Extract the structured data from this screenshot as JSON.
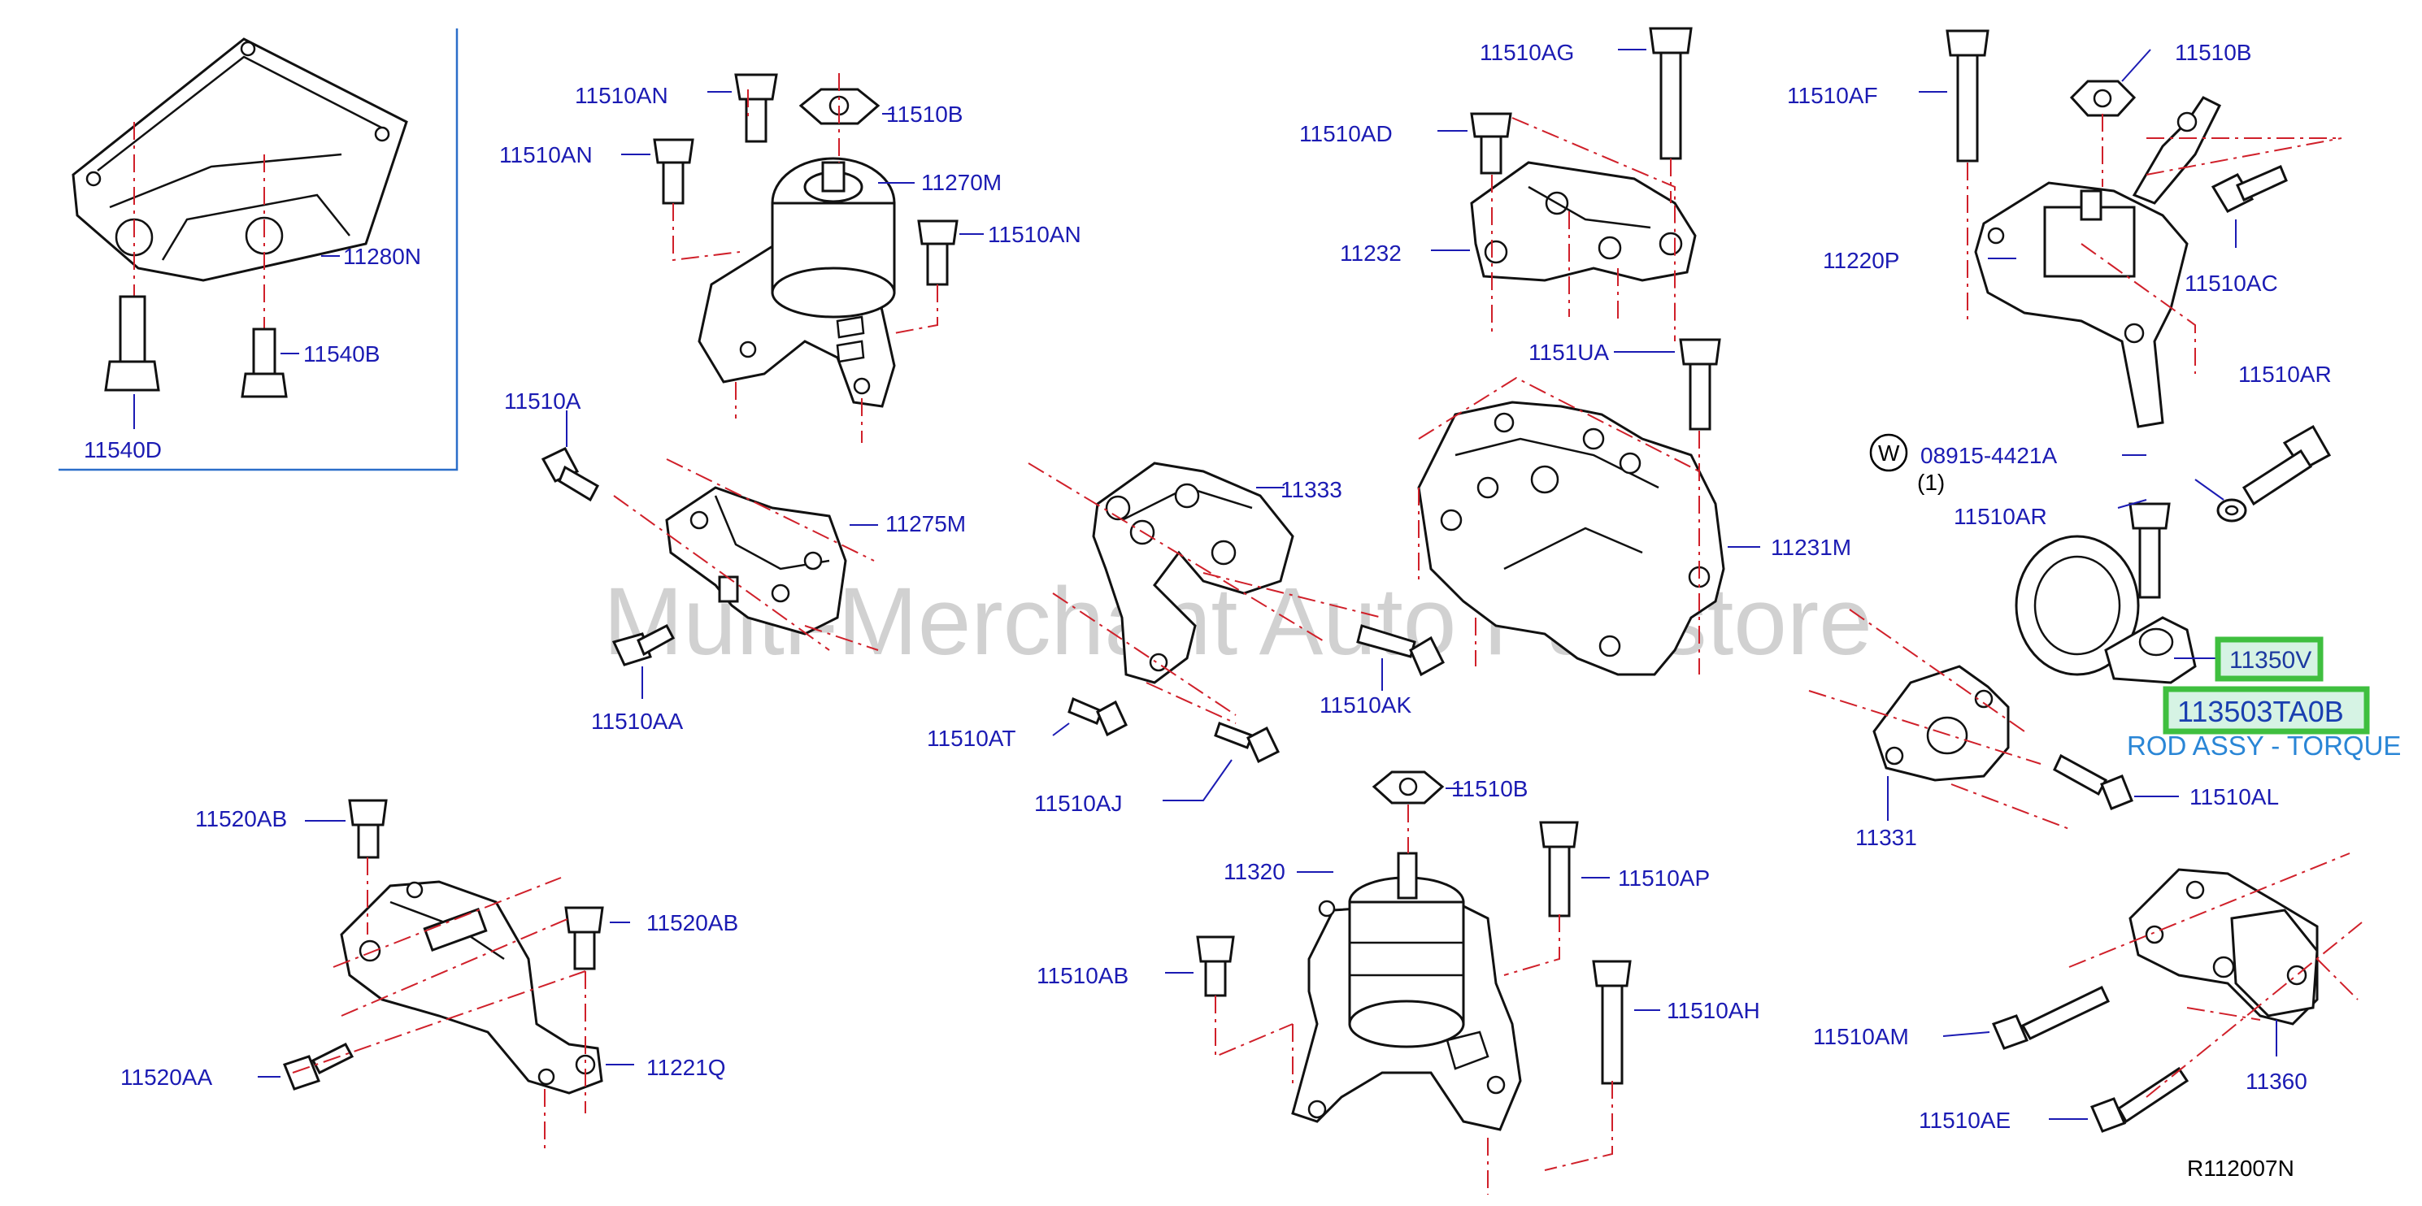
{
  "watermark": "Multi-Merchant Auto Partstore",
  "diagram_code": "R112007N",
  "washer_symbol": "W",
  "washer_qty": "(1)",
  "highlight": {
    "part_number": "113503TA0B",
    "part_name": "ROD ASSY - TORQUE"
  },
  "colors": {
    "label": "#1b1bb3",
    "centerline": "#d0202a",
    "highlight_border": "#3fbf3f",
    "highlight_fill": "#d6f3e4",
    "part_name": "#2a86d6"
  },
  "labels": [
    "11280N",
    "11540B",
    "11540D",
    "11510AN",
    "11510B",
    "11510AN",
    "11270M",
    "11510AN",
    "11510AG",
    "11510AD",
    "11232",
    "1151UA",
    "11510AF",
    "11510B",
    "11220P",
    "11510AC",
    "11510AR",
    "08915-4421A",
    "11510AR",
    "11350V",
    "11510A",
    "11275M",
    "11510AA",
    "11333",
    "11510AK",
    "11510AT",
    "11510AJ",
    "11231M",
    "11331",
    "11510AL",
    "11520AB",
    "11520AB",
    "11520AA",
    "11221Q",
    "11510B",
    "11320",
    "11510AP",
    "11510AB",
    "11510AH",
    "11510AM",
    "11360",
    "11510AE"
  ]
}
